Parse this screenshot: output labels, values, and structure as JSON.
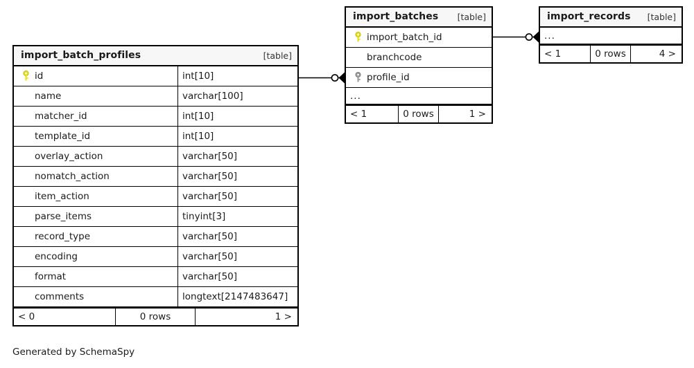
{
  "diagram": {
    "caption": "Generated by SchemaSpy",
    "type_label": "[table]",
    "ellipsis": "...",
    "pk_icon": "key-icon-primary",
    "fk_icon": "key-icon-foreign",
    "pk_color": "#e8e11a",
    "fk_color": "#9b9b9b",
    "border_color": "#000000",
    "header_bg": "#f7f7f7",
    "canvas_bg": "#ffffff"
  },
  "tables": [
    {
      "name": "import_batch_profiles",
      "type_label": "[table]",
      "columns": [
        {
          "key": "pk",
          "name": "id",
          "type": "int[10]"
        },
        {
          "key": "",
          "name": "name",
          "type": "varchar[100]"
        },
        {
          "key": "",
          "name": "matcher_id",
          "type": "int[10]"
        },
        {
          "key": "",
          "name": "template_id",
          "type": "int[10]"
        },
        {
          "key": "",
          "name": "overlay_action",
          "type": "varchar[50]"
        },
        {
          "key": "",
          "name": "nomatch_action",
          "type": "varchar[50]"
        },
        {
          "key": "",
          "name": "item_action",
          "type": "varchar[50]"
        },
        {
          "key": "",
          "name": "parse_items",
          "type": "tinyint[3]"
        },
        {
          "key": "",
          "name": "record_type",
          "type": "varchar[50]"
        },
        {
          "key": "",
          "name": "encoding",
          "type": "varchar[50]"
        },
        {
          "key": "",
          "name": "format",
          "type": "varchar[50]"
        },
        {
          "key": "",
          "name": "comments",
          "type": "longtext[2147483647]"
        }
      ],
      "has_ellipsis_row": false,
      "footer": {
        "prev": "< 0",
        "rows": "0 rows",
        "next": "1 >"
      }
    },
    {
      "name": "import_batches",
      "type_label": "[table]",
      "columns": [
        {
          "key": "pk",
          "name": "import_batch_id",
          "type": ""
        },
        {
          "key": "",
          "name": "branchcode",
          "type": ""
        },
        {
          "key": "fk",
          "name": "profile_id",
          "type": ""
        }
      ],
      "has_ellipsis_row": true,
      "footer": {
        "prev": "< 1",
        "rows": "0 rows",
        "next": "1 >"
      }
    },
    {
      "name": "import_records",
      "type_label": "[table]",
      "columns": [],
      "has_ellipsis_row": true,
      "footer": {
        "prev": "< 1",
        "rows": "0 rows",
        "next": "4 >"
      }
    }
  ]
}
